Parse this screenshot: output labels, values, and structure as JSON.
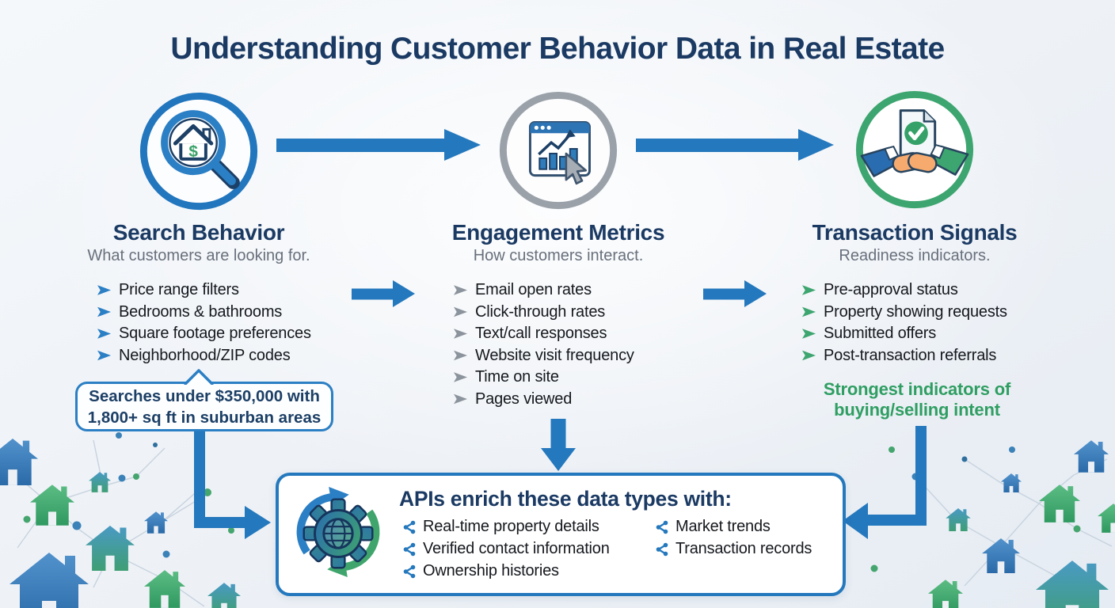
{
  "title": "Understanding Customer Behavior Data in Real Estate",
  "columns": [
    {
      "heading": "Search Behavior",
      "subtitle": "What customers are looking for.",
      "items": [
        "Price range filters",
        "Bedrooms & bathrooms",
        "Square footage preferences",
        "Neighborhood/ZIP codes"
      ],
      "callout": "Searches under $350,000 with 1,800+ sq ft in suburban areas"
    },
    {
      "heading": "Engagement Metrics",
      "subtitle": "How customers interact.",
      "items": [
        "Email open rates",
        "Click-through rates",
        "Text/call responses",
        "Website visit frequency",
        "Time on site",
        "Pages viewed"
      ]
    },
    {
      "heading": "Transaction Signals",
      "subtitle": "Readiness indicators.",
      "items": [
        "Pre-approval status",
        "Property showing requests",
        "Submitted offers",
        "Post-transaction referrals"
      ],
      "note": "Strongest indicators of buying/selling intent"
    }
  ],
  "api_box": {
    "title": "APIs enrich these data types with:",
    "items_left": [
      "Real-time property details",
      "Verified contact information",
      "Ownership histories"
    ],
    "items_right": [
      "Market trends",
      "Transaction records"
    ]
  },
  "icons": {
    "column1": "magnifier-house-dollar-icon",
    "column2": "analytics-cursor-icon",
    "column3": "handshake-check-icon",
    "api": "gear-globe-sync-icon",
    "bullet": "arrow-bullet-icon",
    "api_bullet": "share-icon"
  },
  "colors": {
    "navy": "#1b3a63",
    "blue": "#2478bd",
    "green": "#2f9e62",
    "gray_text": "#68707c",
    "gray_ring": "#9aa1a9",
    "body_text": "#15181d",
    "background": "#eef1f6"
  }
}
